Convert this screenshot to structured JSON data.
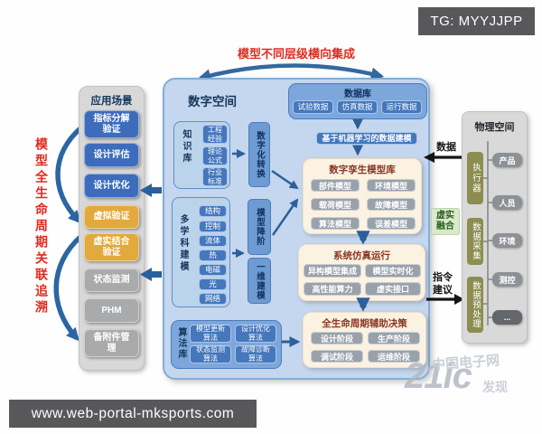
{
  "colors": {
    "red_accent": "#e02b20",
    "navy_text": "#17365d",
    "blue_item": "#3d6cbd",
    "yellow_item": "#e2a93c",
    "gray_item": "#a9aaac",
    "digital_bg": "#c4d7ee",
    "cream_bg": "#fbf2e2",
    "maroon_title": "#8a3524",
    "olive": "#8d8d52",
    "fusion_green_bg": "#d9e9cf",
    "fusion_green_text": "#2c641c",
    "arrow_navy": "#2d5f99",
    "badge_bg": "#58585a"
  },
  "badges": {
    "tg": "TG: MYYJJPP",
    "url": "www.web-portal-mksports.com"
  },
  "top_label": "模型不同层级横向集成",
  "left_panel": {
    "title": "应用场景",
    "trace_label": "模型全生命周期关联追溯",
    "items": [
      "指标分解验证",
      "设计评估",
      "设计优化",
      "虚拟验证",
      "虚实结合验证",
      "状态监测",
      "PHM",
      "备附件管理"
    ]
  },
  "digital_space": {
    "title": "数字空间",
    "database": {
      "title": "数据库",
      "items": [
        "试验数据",
        "仿真数据",
        "运行数据"
      ]
    },
    "ml_modeling": "基于机器学习的数据建模",
    "knowledge": {
      "title": "知识库",
      "items": [
        "工程经验",
        "理论公式",
        "行业标准"
      ]
    },
    "digital_conversion": "数字化转换",
    "twin_library": {
      "title": "数字孪生模型库",
      "items": [
        "部件模型",
        "环境模型",
        "载荷模型",
        "故障模型",
        "算法模型",
        "误差模型"
      ]
    },
    "multidisciplinary": {
      "title": "多学科建模",
      "items": [
        "结构",
        "控制",
        "流体",
        "热",
        "电磁",
        "光",
        "网络"
      ]
    },
    "model_reduction": "模型降阶",
    "one_dim_modeling": "一维建模",
    "simulation": {
      "title": "系统仿真运行",
      "items": [
        "异构模型集成",
        "模型实时化",
        "高性能算力",
        "虚实接口"
      ]
    },
    "algorithm_library": {
      "title": "算法库",
      "items": [
        "模型更新算法",
        "设计优化算法",
        "状态监测算法",
        "故障诊断算法"
      ]
    },
    "decision": {
      "title": "全生命周期辅助决策",
      "items": [
        "设计阶段",
        "生产阶段",
        "调试阶段",
        "运维阶段"
      ]
    }
  },
  "bridge": {
    "data_label": "数据",
    "fusion_label": "虚实融合",
    "command_label": "指令建议"
  },
  "physical_space": {
    "title": "物理空间",
    "process": [
      "执行器",
      "数据采集",
      "数据预处理"
    ],
    "items": [
      "产品",
      "人员",
      "环境",
      "测控",
      "..."
    ]
  },
  "watermark": {
    "brand": "21ic",
    "name": "中国电子网",
    "sub": "发现"
  }
}
